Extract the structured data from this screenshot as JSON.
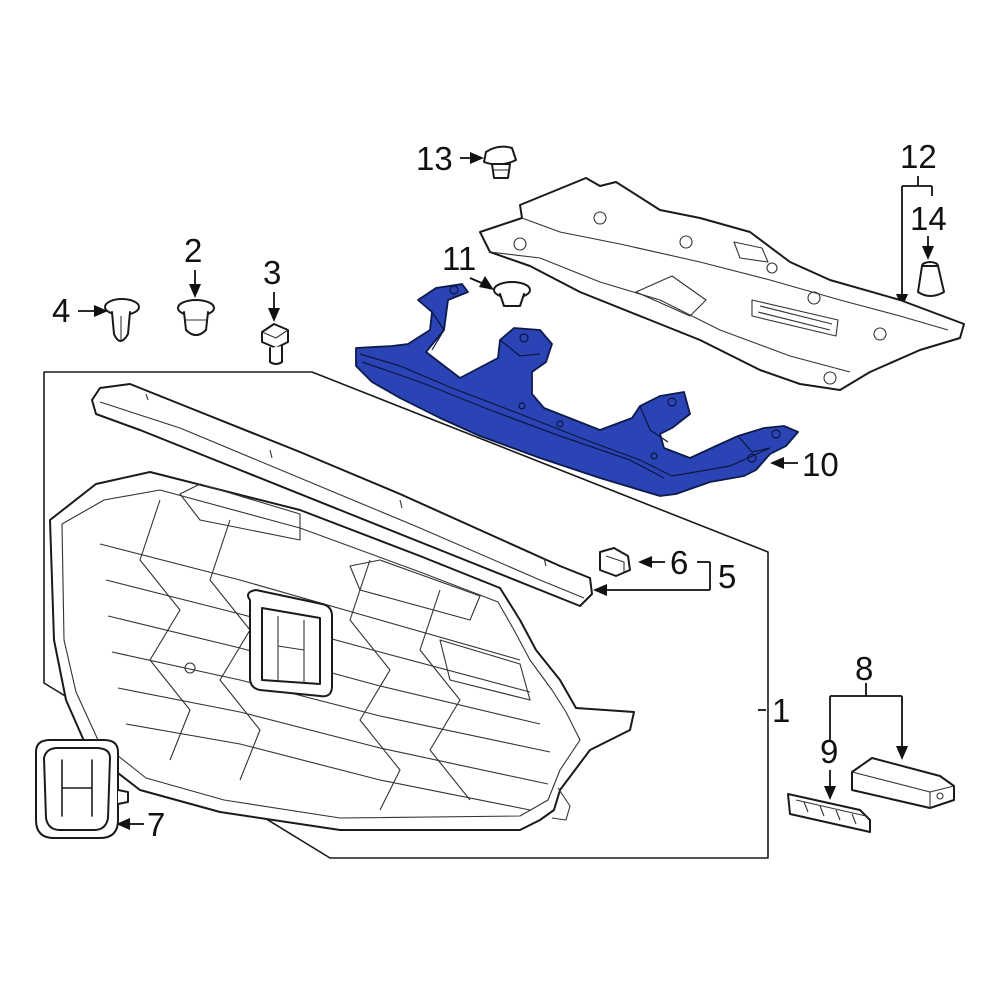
{
  "diagram": {
    "colors": {
      "highlight_fill": "#2b44b5",
      "highlight_dark": "#1a2d8a",
      "line": "#1a1a1a"
    },
    "callouts": [
      {
        "id": "1",
        "label": "1"
      },
      {
        "id": "2",
        "label": "2"
      },
      {
        "id": "3",
        "label": "3"
      },
      {
        "id": "4",
        "label": "4"
      },
      {
        "id": "5",
        "label": "5"
      },
      {
        "id": "6",
        "label": "6"
      },
      {
        "id": "7",
        "label": "7"
      },
      {
        "id": "8",
        "label": "8"
      },
      {
        "id": "9",
        "label": "9"
      },
      {
        "id": "10",
        "label": "10"
      },
      {
        "id": "11",
        "label": "11"
      },
      {
        "id": "12",
        "label": "12"
      },
      {
        "id": "13",
        "label": "13"
      },
      {
        "id": "14",
        "label": "14"
      }
    ]
  }
}
